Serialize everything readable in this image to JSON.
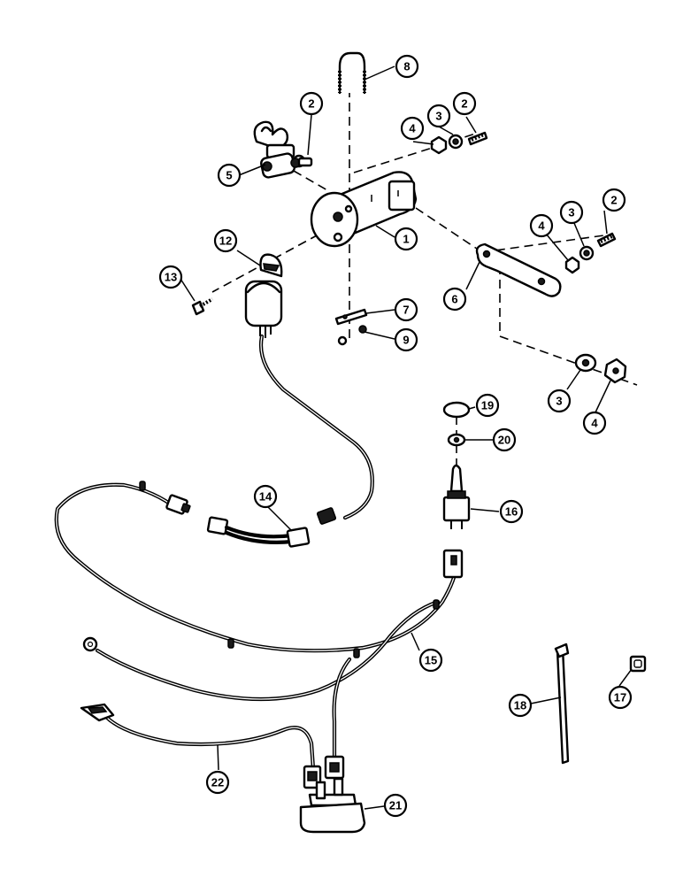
{
  "callouts": [
    {
      "id": "c1",
      "label": "1"
    },
    {
      "id": "c2a",
      "label": "2"
    },
    {
      "id": "c2b",
      "label": "2"
    },
    {
      "id": "c2c",
      "label": "2"
    },
    {
      "id": "c3a",
      "label": "3"
    },
    {
      "id": "c3b",
      "label": "3"
    },
    {
      "id": "c3c",
      "label": "3"
    },
    {
      "id": "c4a",
      "label": "4"
    },
    {
      "id": "c4b",
      "label": "4"
    },
    {
      "id": "c4c",
      "label": "4"
    },
    {
      "id": "c5",
      "label": "5"
    },
    {
      "id": "c6",
      "label": "6"
    },
    {
      "id": "c7",
      "label": "7"
    },
    {
      "id": "c8",
      "label": "8"
    },
    {
      "id": "c9",
      "label": "9"
    },
    {
      "id": "c12",
      "label": "12"
    },
    {
      "id": "c13",
      "label": "13"
    },
    {
      "id": "c14",
      "label": "14"
    },
    {
      "id": "c15",
      "label": "15"
    },
    {
      "id": "c16",
      "label": "16"
    },
    {
      "id": "c17",
      "label": "17"
    },
    {
      "id": "c18",
      "label": "18"
    },
    {
      "id": "c19",
      "label": "19"
    },
    {
      "id": "c20",
      "label": "20"
    },
    {
      "id": "c21",
      "label": "21"
    },
    {
      "id": "c22",
      "label": "22"
    }
  ]
}
